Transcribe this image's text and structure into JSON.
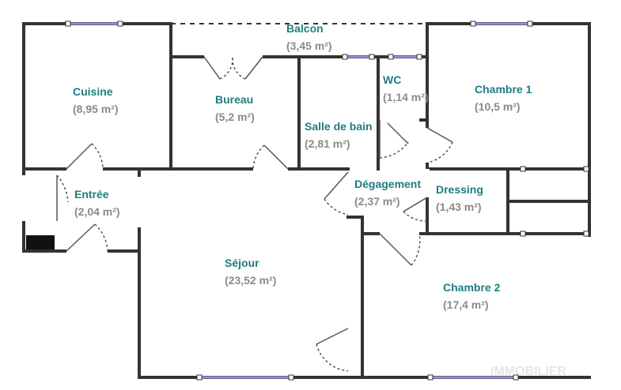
{
  "plan": {
    "rooms": [
      {
        "id": "balcon",
        "name": "Balcon",
        "area": "(3,45 m²)"
      },
      {
        "id": "cuisine",
        "name": "Cuisine",
        "area": "(8,95 m²)"
      },
      {
        "id": "bureau",
        "name": "Bureau",
        "area": "(5,2 m²)"
      },
      {
        "id": "wc",
        "name": "WC",
        "area": "(1,14 m²)"
      },
      {
        "id": "chambre1",
        "name": "Chambre 1",
        "area": "(10,5 m²)"
      },
      {
        "id": "sdb",
        "name": "Salle de bain",
        "area": "(2,81 m²)"
      },
      {
        "id": "entree",
        "name": "Entrée",
        "area": "(2,04 m²)"
      },
      {
        "id": "degagement",
        "name": "Dégagement",
        "area": "(2,37 m²)"
      },
      {
        "id": "dressing",
        "name": "Dressing",
        "area": "(1,43 m²)"
      },
      {
        "id": "sejour",
        "name": "Séjour",
        "area": "(23,52 m²)"
      },
      {
        "id": "chambre2",
        "name": "Chambre 2",
        "area": "(17,4 m²)"
      }
    ],
    "watermark": "IMMOBILIER",
    "colors": {
      "wall": "#333333",
      "label": "#1e7d80",
      "area": "#8a8a8a",
      "window": "#9090d8",
      "door": "#555555"
    }
  }
}
